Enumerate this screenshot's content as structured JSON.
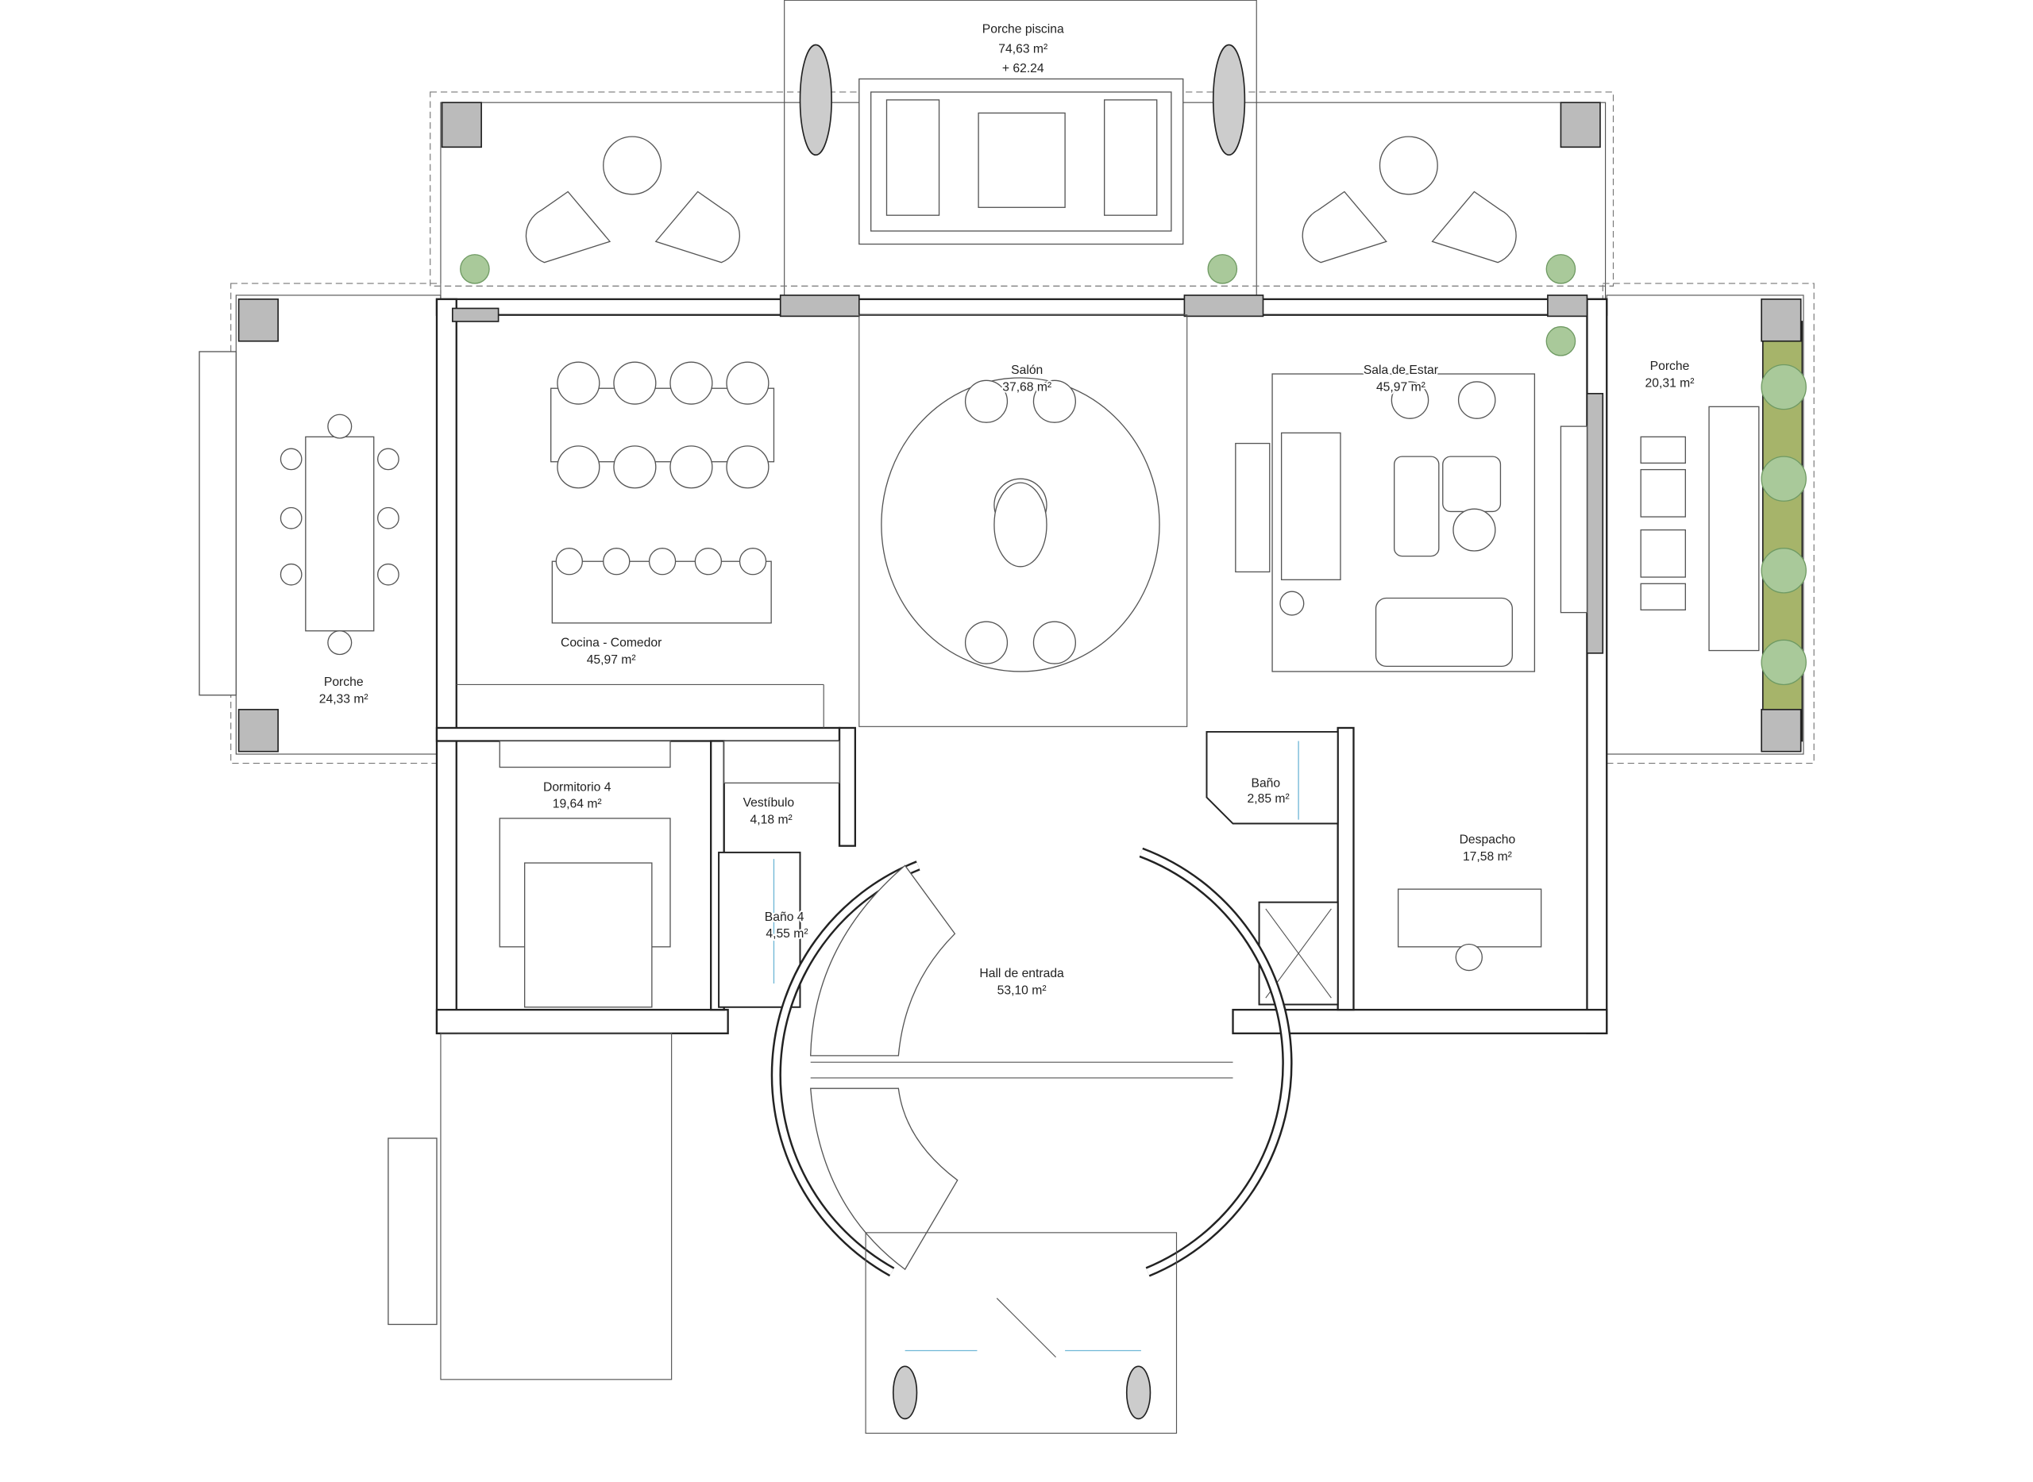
{
  "rooms": {
    "porche_piscina": {
      "name": "Porche piscina",
      "area": "74,63 m²",
      "extra": "+ 62.24"
    },
    "salon": {
      "name": "Salón",
      "area": "37,68 m²"
    },
    "sala_estar": {
      "name": "Sala de Estar",
      "area": "45,97 m²"
    },
    "porche_derecho": {
      "name": "Porche",
      "area": "20,31 m²"
    },
    "cocina_comedor": {
      "name": "Cocina - Comedor",
      "area": "45,97 m²"
    },
    "porche_izquierdo": {
      "name": "Porche",
      "area": "24,33 m²"
    },
    "dormitorio4": {
      "name": "Dormitorio 4",
      "area": "19,64 m²"
    },
    "vestibulo": {
      "name": "Vestíbulo",
      "area": "4,18 m²"
    },
    "bano": {
      "name": "Baño",
      "area": "2,85 m²"
    },
    "despacho": {
      "name": "Despacho",
      "area": "17,58 m²"
    },
    "bano4": {
      "name": "Baño 4",
      "area": "4,55 m²"
    },
    "hall": {
      "name": "Hall de entrada",
      "area": "53,10 m²"
    }
  },
  "colors": {
    "wall": "#222222",
    "column_fill": "#bbbbbb",
    "glass": "#6fb7d6",
    "plant": "#a9c99a",
    "planter": "#a6b46a"
  }
}
